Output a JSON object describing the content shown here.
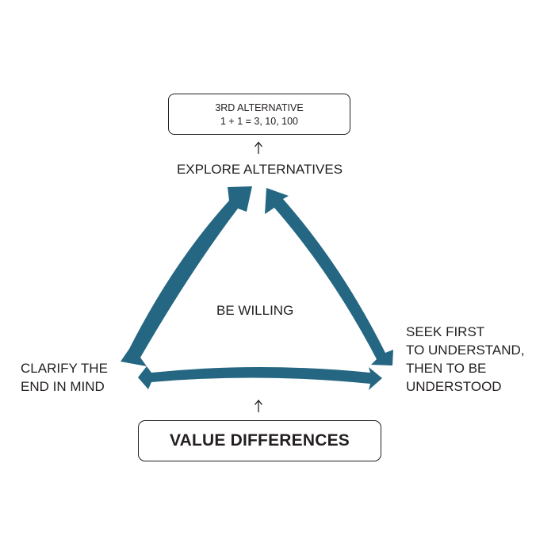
{
  "top_box": {
    "line1": "3RD ALTERNATIVE",
    "line2": "1 + 1 = 3, 10, 100"
  },
  "labels": {
    "explore": "EXPLORE ALTERNATIVES",
    "be_willing": "BE WILLING",
    "clarify": [
      "CLARIFY THE",
      "END IN MIND"
    ],
    "seek": [
      "SEEK FIRST",
      "TO UNDERSTAND,",
      "THEN TO BE",
      "UNDERSTOOD"
    ]
  },
  "bottom_box": {
    "title": "VALUE DIFFERENCES"
  },
  "colors": {
    "arrow": "#256782",
    "text": "#231f20"
  }
}
